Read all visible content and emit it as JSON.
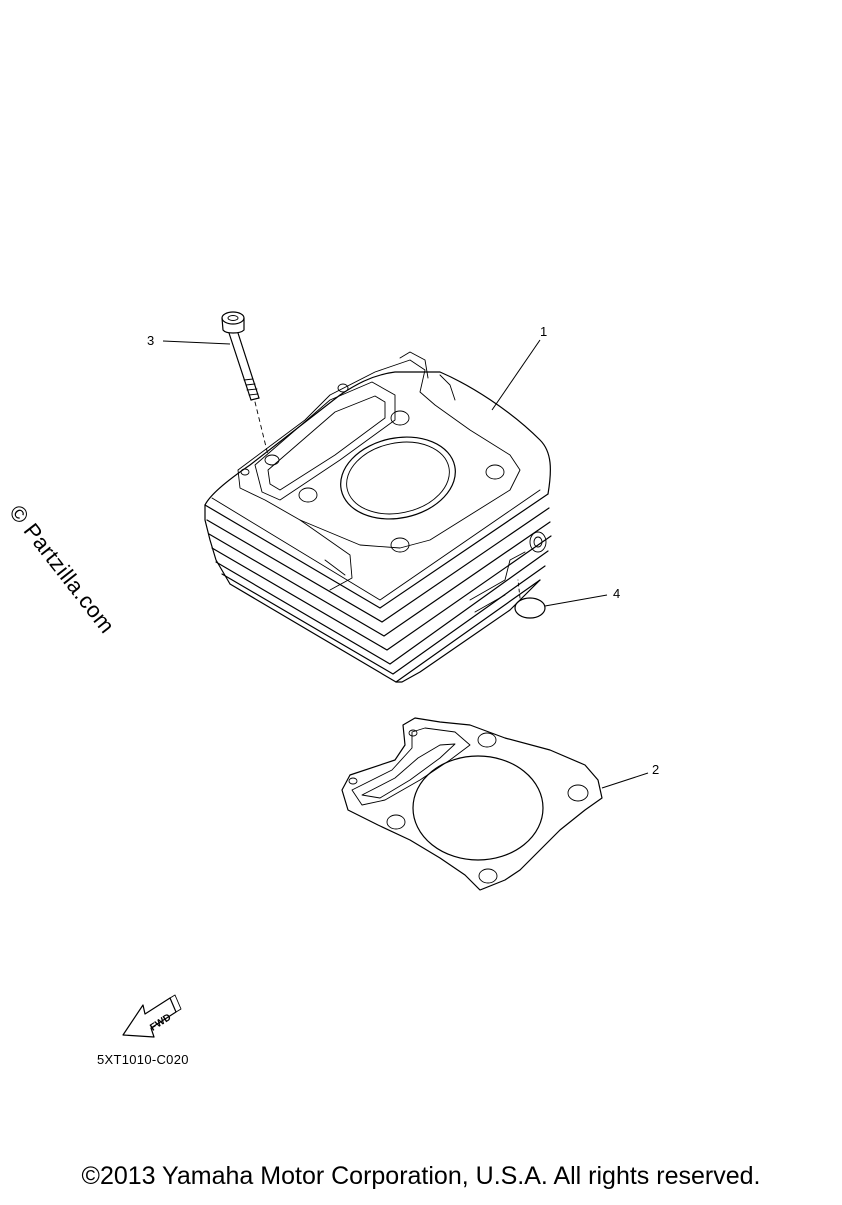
{
  "callouts": {
    "cylinder": "1",
    "gasket": "2",
    "bolt": "3",
    "o_ring": "4"
  },
  "fwd_arrow_text": "FWD",
  "watermark": "© Partzilla.com",
  "diagram_code": "5XT1010-C020",
  "copyright": "©2013 Yamaha Motor Corporation, U.S.A. All rights reserved."
}
